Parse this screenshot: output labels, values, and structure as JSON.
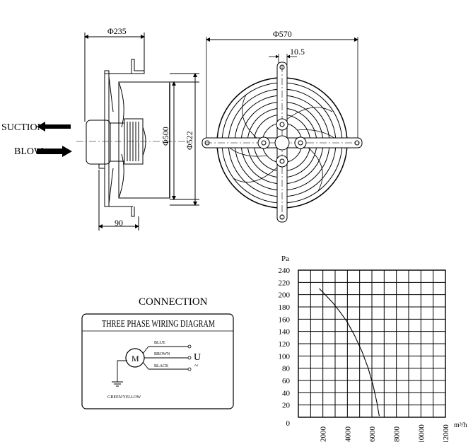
{
  "dims": {
    "d235": "Φ235",
    "d570": "Φ570",
    "d10_5": "10.5",
    "d500": "Φ500",
    "d522": "Φ522",
    "d90": "90"
  },
  "airflow": {
    "suction": "SUCTION",
    "blow": "BLOW"
  },
  "connection": {
    "title": "CONNECTION",
    "box_title": "THREE PHASE WIRING DIAGRAM",
    "motor": "M",
    "wires": [
      "BLUE",
      "BROWN",
      "BLACK"
    ],
    "ground": "GREEN/YELLOW",
    "supply_symbol": "U",
    "supply_tilde": "~"
  },
  "chart_data": {
    "type": "line",
    "ylabel": "Pa",
    "xlabel": "m³/h",
    "ylim": [
      0,
      240
    ],
    "xlim": [
      0,
      12000
    ],
    "yticks": [
      "0",
      "20",
      "40",
      "60",
      "80",
      "100",
      "120",
      "140",
      "160",
      "180",
      "200",
      "220",
      "240"
    ],
    "xticks": [
      "2000",
      "4000",
      "6000",
      "8000",
      "10000",
      "12000"
    ],
    "grid": true,
    "series": [
      {
        "x": [
          1700,
          2200,
          2800,
          3400,
          4000,
          4600,
          5200,
          5700,
          6100,
          6400,
          6600
        ],
        "y": [
          210,
          200,
          187,
          172,
          155,
          133,
          107,
          80,
          52,
          25,
          2
        ]
      }
    ]
  }
}
